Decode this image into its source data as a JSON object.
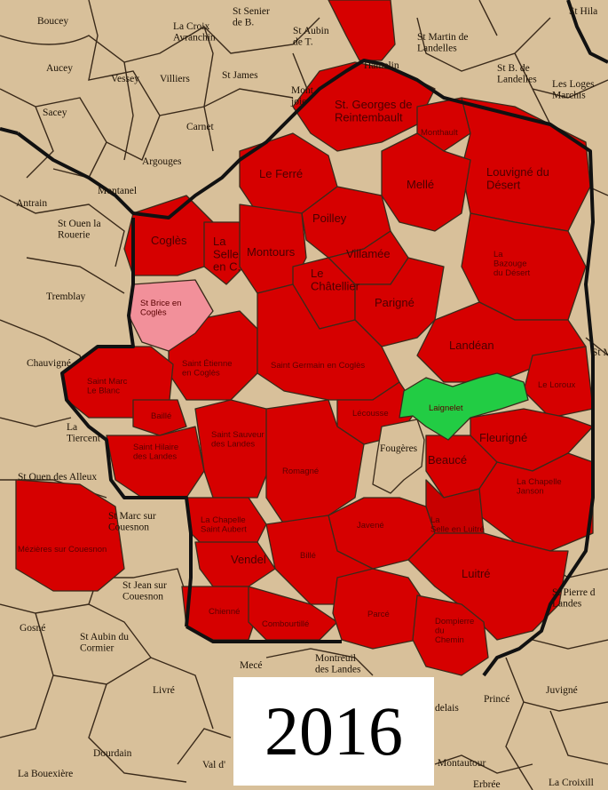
{
  "year": "2016",
  "colors": {
    "outside": "#d8c09a",
    "member": "#d60000",
    "pink_commune": "#f2909a",
    "green_commune": "#22cc44",
    "border": "#111111"
  },
  "outside_labels": {
    "boucey": "Boucey",
    "la_croix_avranchin": "La Croix\nAvranchin",
    "st_senier_de_b": "St Senier\nde B.",
    "st_aubin_de_t": "St Aubin\nde T.",
    "st_martin_de_landelles": "St Martin de\nLandelles",
    "st_hilaire": "St Hila",
    "aucey": "Aucey",
    "vessey": "Vessey",
    "villiers": "Villiers",
    "st_james": "St James",
    "montjoie": "Mont\njoie",
    "hamelin": "Hamelin",
    "st_b_de_landelles": "St B. de\nLandelles",
    "les_loges_marchis": "Les Loges\nMarchis",
    "sacey": "Sacey",
    "carnet": "Carnet",
    "argouges": "Argouges",
    "montanel": "Montanel",
    "antrain": "Antrain",
    "st_ouen_la_rouerie": "St Ouen la\nRouerie",
    "tremblay": "Tremblay",
    "chauvigne": "Chauvigné",
    "la_tiercent": "La\nTiercent",
    "st_ouen_des_alleux": "St Ouen des Alleux",
    "st_marc_sur_couesnon": "St Marc sur\nCouesnon",
    "st_jean_sur_couesnon": "St Jean sur\nCouesnon",
    "gosne": "Gosné",
    "st_aubin_du_cormier": "St Aubin du\nCormier",
    "mece": "Mecé",
    "montreuil_des_landes": "Montreuil\ndes Landes",
    "livre": "Livré",
    "dourdain": "Dourdain",
    "la_bouexiere": "La Bouexière",
    "val_d": "Val d'",
    "st_pierre_des_landes": "St Pierre d\nLandes",
    "st_m": "St M",
    "princ": "Princé",
    "juvigne": "Juvigné",
    "delais": "delais",
    "montautour": "Montautour",
    "erbree": "Erbrée",
    "la_croixille": "La Croixill"
  },
  "member_labels": {
    "st_georges": "St. Georges de\nReintembault",
    "monthault": "Monthault",
    "le_ferre": "Le Ferré",
    "louvigne": "Louvigné du\nDésert",
    "melle": "Mellé",
    "poilley": "Poilley",
    "villamee": "Villamée",
    "cogles": "Coglès",
    "la_selle_en_cogles": "La\nSelle\nen C.",
    "montours": "Montours",
    "le_chatellier": "Le\nChâtellier",
    "la_bazouge": "La\nBazouge\ndu Désert",
    "parigne": "Parigné",
    "landean": "Landéan",
    "st_etienne": "Saint Étienne\nen Coglès",
    "st_germain": "Saint Germain en Coglès",
    "st_marc_le_blanc": "Saint Marc\nLe Blanc",
    "baille": "Baillé",
    "le_loroux": "Le Loroux",
    "lecousse": "Lécousse",
    "st_hilaire_des_landes": "Saint Hilaire\ndes Landes",
    "st_sauveur": "Saint Sauveur\ndes Landes",
    "romagne": "Romagné",
    "fleurigne": "Fleurigné",
    "beauce": "Beaucé",
    "la_chapelle_janson": "La Chapelle\nJanson",
    "mezieres": "Mézières sur Couesnon",
    "la_chapelle_st_aubert": "La Chapelle\nSaint Aubert",
    "javene": "Javené",
    "la_selle_en_luitre": "La\nSelle en Luitré",
    "vendel": "Vendel",
    "bille": "Billé",
    "luitre": "Luitré",
    "chiene": "Chienné",
    "combourtille": "Combourtillé",
    "parce": "Parcé",
    "dompierre": "Dompierre\ndu\nChemin"
  },
  "special_labels": {
    "st_brice": "St Brice en\nCoglès",
    "laignelet": "Laignelet",
    "fougeres": "Fougères"
  }
}
